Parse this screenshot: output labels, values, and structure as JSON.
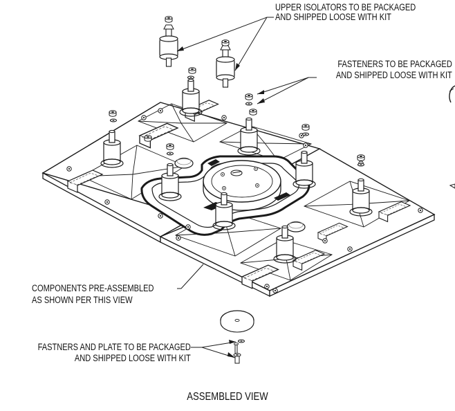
{
  "callouts": {
    "upper_isolators": [
      "UPPER ISOLATORS TO BE PACKAGED",
      "AND SHIPPED LOOSE WITH KIT"
    ],
    "fasteners": [
      "FASTENERS TO BE PACKAGED",
      "AND SHIPPED LOOSE WITH KIT"
    ],
    "components": [
      "COMPONENTS PRE-ASSEMBLED",
      "AS SHOWN PER THIS VIEW"
    ],
    "fastners_plate": [
      "FASTNERS AND PLATE TO BE PACKAGED",
      "AND SHIPPED LOOSE WITH KIT"
    ]
  },
  "view_title": "ASSEMBLED VIEW",
  "colors": {
    "line": "#1a1a1a",
    "plate_fill": "#ffffff",
    "hatch": "#6b6b6b",
    "shade": "#9a9a9a"
  }
}
